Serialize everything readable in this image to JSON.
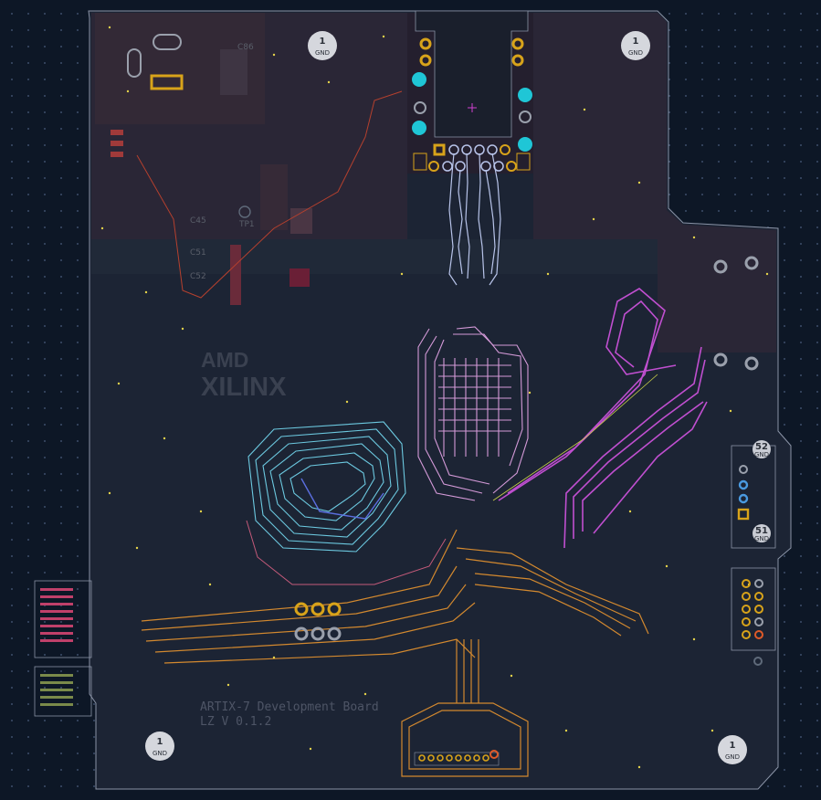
{
  "board": {
    "silkscreen_line1": "ARTIX-7 Development Board",
    "silkscreen_line2": "LZ V 0.1.2",
    "logo_top": "AMD",
    "logo_bottom": "XILINX"
  },
  "mounting_holes": [
    {
      "number": "1",
      "label": "GND"
    },
    {
      "number": "1",
      "label": "GND"
    },
    {
      "number": "1",
      "label": "GND"
    },
    {
      "number": "1",
      "label": "GND"
    }
  ],
  "switch_labels": [
    {
      "number": "52",
      "label": "GND"
    },
    {
      "number": "51",
      "label": "GND"
    }
  ],
  "refdes": {
    "c45": "C45",
    "c51": "C51",
    "c52": "C52",
    "tp1": "TP1",
    "c86": "C86"
  },
  "colors": {
    "board": "#1c2434",
    "copper_region": "#2a2636",
    "gold_pad": "#d8a31a",
    "cyan_pad": "#1fc6d6",
    "magenta_trace": "#c04fd0",
    "cyan_trace": "#6cc9e0",
    "orange_trace": "#d3892f",
    "pink_trace": "#d49ad8"
  }
}
